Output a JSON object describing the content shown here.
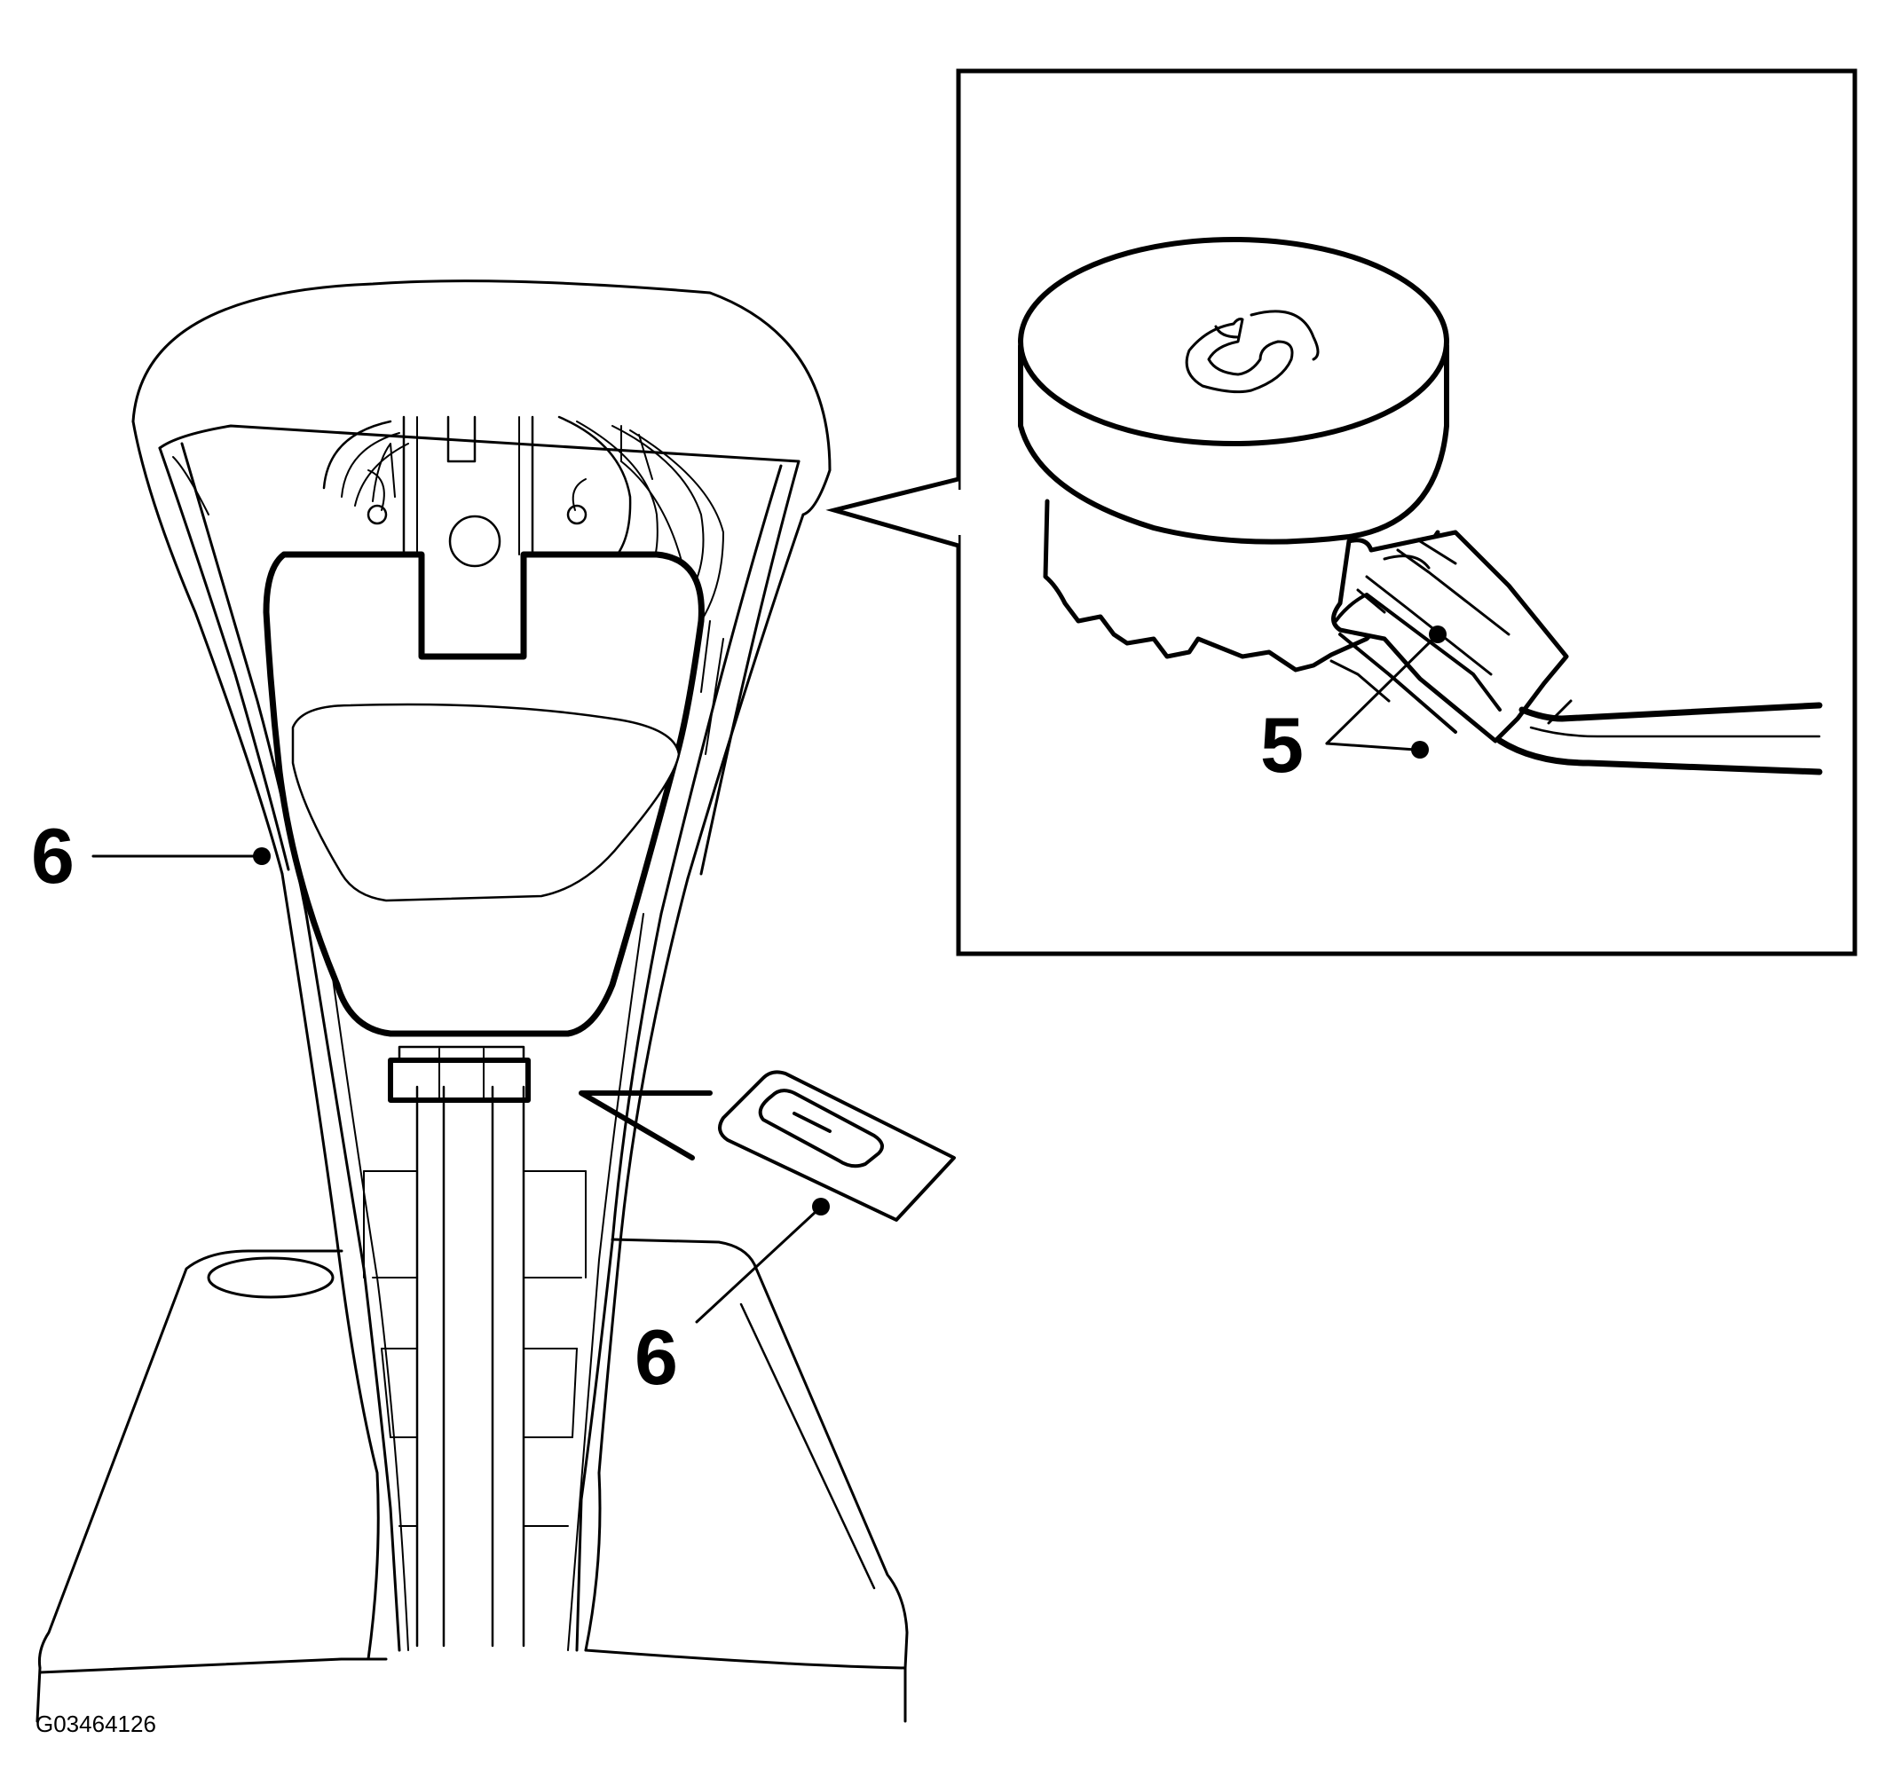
{
  "diagram": {
    "callouts": {
      "left_6": "6",
      "bottom_6": "6",
      "inset_5": "5"
    },
    "figure_code": "G03464126",
    "colors": {
      "line": "#000000",
      "background": "#ffffff"
    },
    "icons": {
      "inset_button_symbol": "s-curve-icon",
      "clip": "keyhole-clip-icon"
    }
  }
}
